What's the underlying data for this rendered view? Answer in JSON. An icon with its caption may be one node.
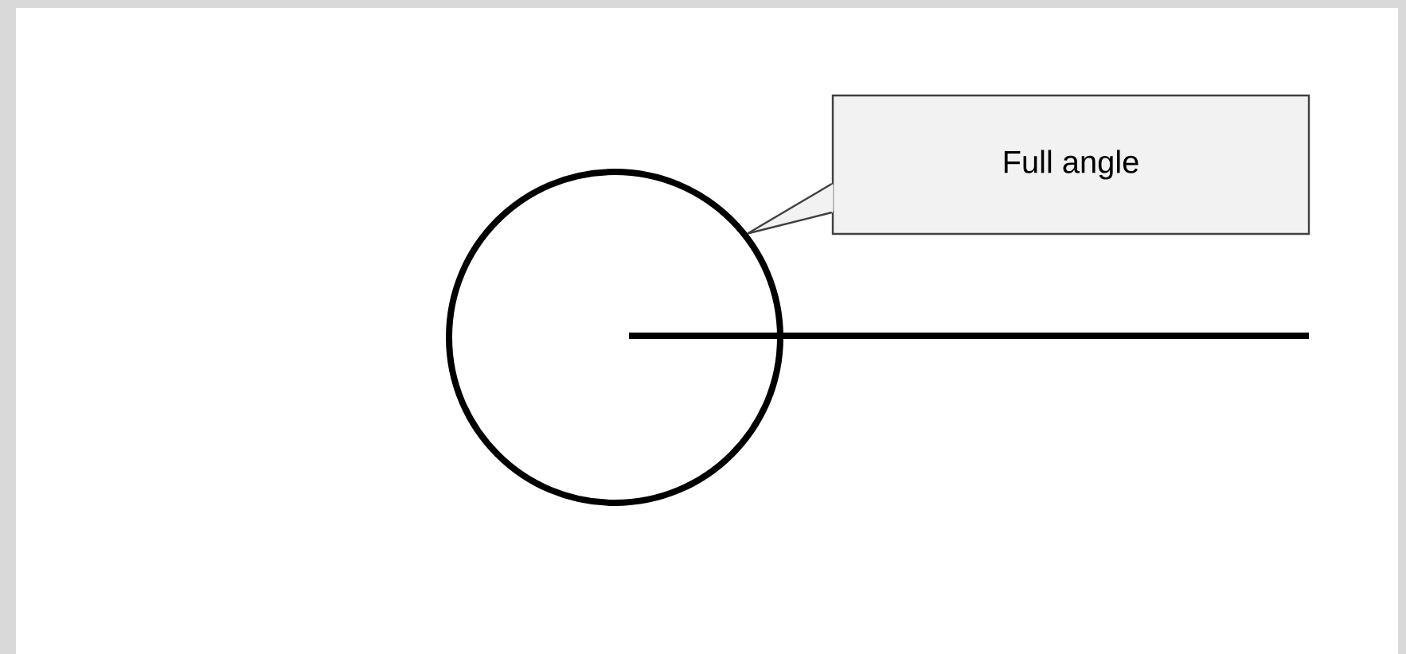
{
  "diagram": {
    "nodes": [
      {
        "text": [
          "Full angle"
        ]
      },
      {
        "text": [],
        "shape": "circle"
      }
    ],
    "edges": [
      {
        "from": 0,
        "to": 1,
        "arrow": "none"
      }
    ]
  }
}
